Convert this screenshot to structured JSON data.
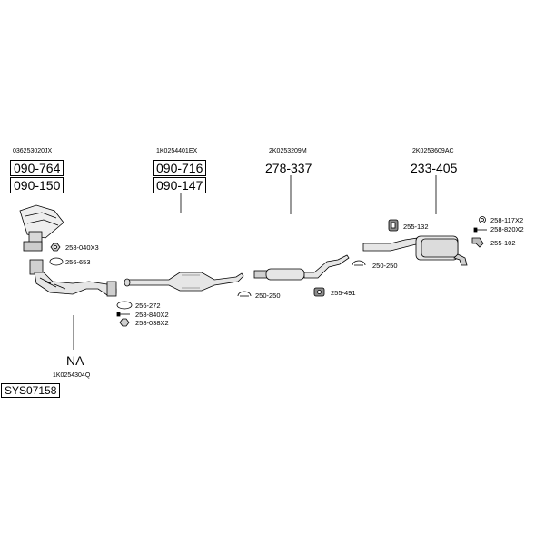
{
  "groups": [
    {
      "oem": "036253020JX",
      "codes": [
        "090-764",
        "090-150"
      ]
    },
    {
      "oem": "1K0254401EX",
      "codes": [
        "090-716",
        "090-147"
      ]
    },
    {
      "oem": "2K0253209M",
      "codes": [
        "278-337"
      ]
    },
    {
      "oem": "2K0253609AC",
      "codes": [
        "233-405"
      ]
    }
  ],
  "small_parts": {
    "p258_040x3": "258-040X3",
    "p256_653": "256-653",
    "p256_272": "256-272",
    "p258_840x2": "258-840X2",
    "p258_038x2": "258-038X2",
    "p250_250_a": "250-250",
    "p255_491": "255-491",
    "p250_250_b": "250-250",
    "p255_132": "255-132",
    "p258_117x2": "258-117X2",
    "p258_820x2": "258-820X2",
    "p255_102": "255-102"
  },
  "na_label": "NA",
  "na_oem": "1K0254304Q",
  "system_code": "SYS07158",
  "colors": {
    "line": "#000000",
    "pipe_fill": "#f2f2f2",
    "shade": "#8c8c8c"
  }
}
